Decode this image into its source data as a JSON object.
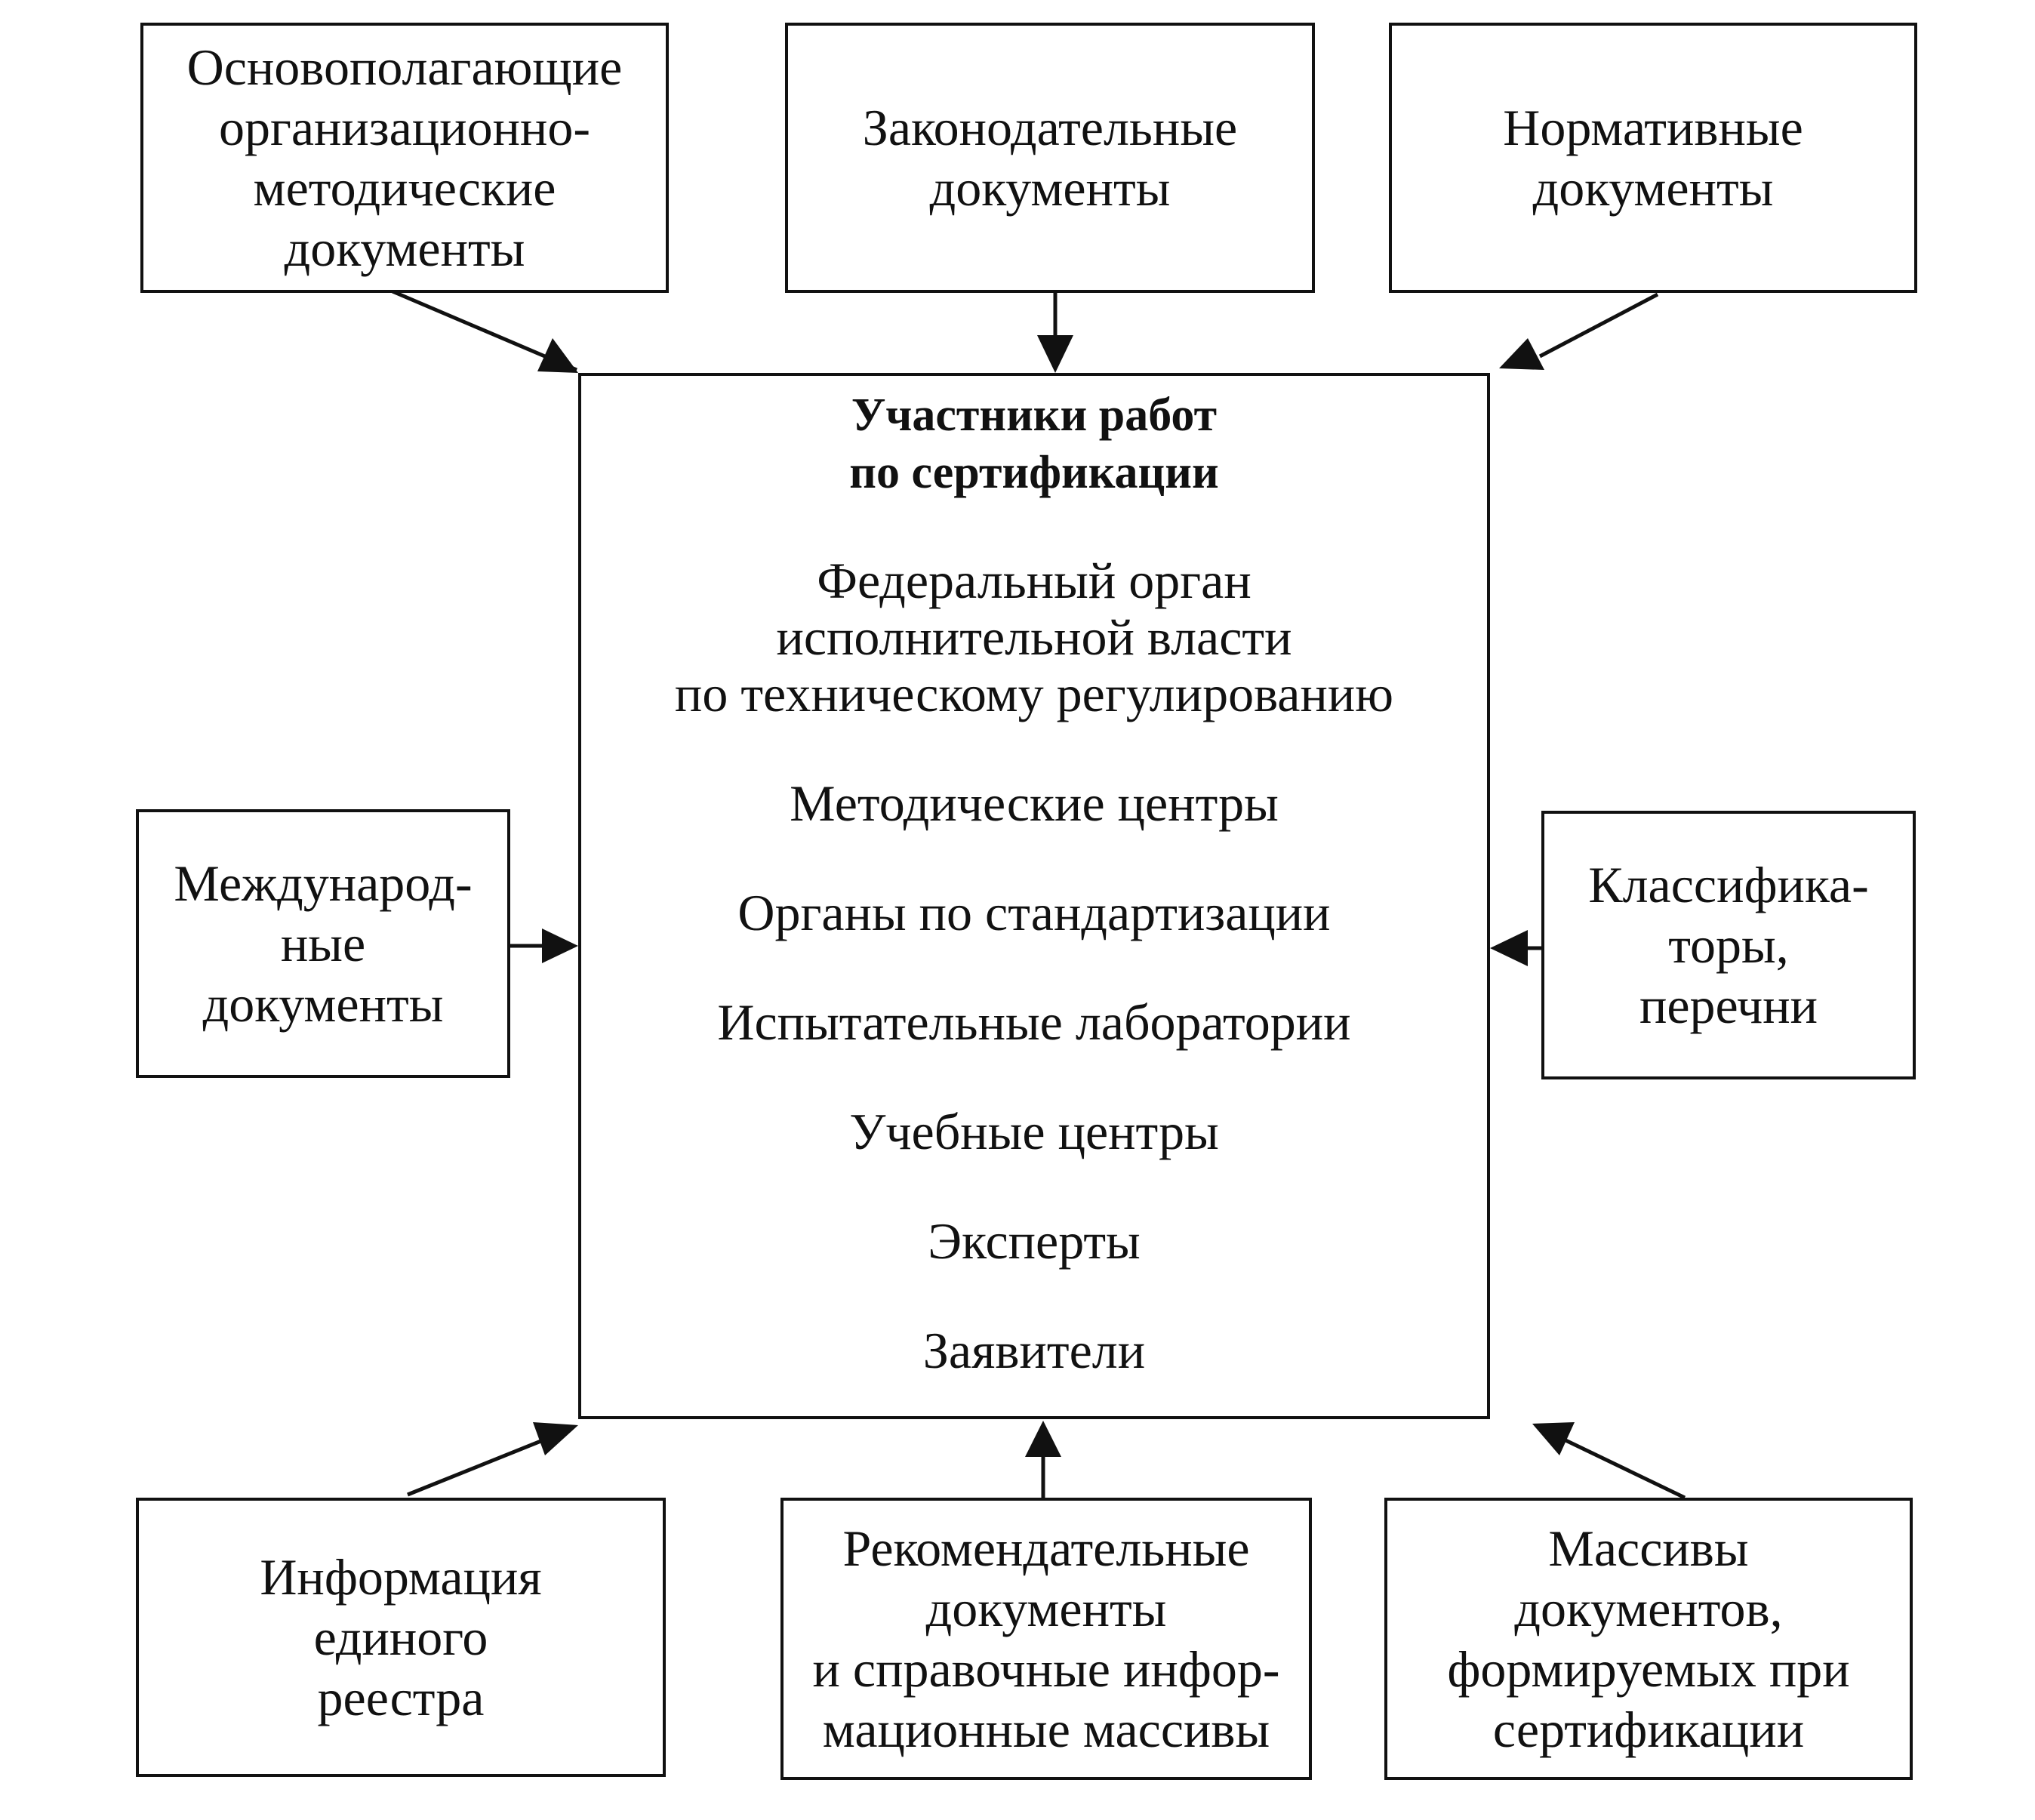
{
  "center": {
    "title": [
      "Участники работ",
      "по сертификации"
    ],
    "participants": [
      [
        "Федеральный орган",
        "исполнительной власти",
        "по техническому регулированию"
      ],
      [
        "Методические центры"
      ],
      [
        "Органы по стандартизации"
      ],
      [
        "Испытательные лаборатории"
      ],
      [
        "Учебные центры"
      ],
      [
        "Эксперты"
      ],
      [
        "Заявители"
      ]
    ]
  },
  "sources": {
    "top_left": [
      "Основополагающие",
      "организационно-",
      "методические",
      "документы"
    ],
    "top_center": [
      "Законодательные",
      "документы"
    ],
    "top_right": [
      "Нормативные",
      "документы"
    ],
    "middle_left": [
      "Международ-",
      "ные",
      "документы"
    ],
    "middle_right": [
      "Классифика-",
      "торы,",
      "перечни"
    ],
    "bottom_left": [
      "Информация",
      "единого",
      "реестра"
    ],
    "bottom_center": [
      "Рекомендательные",
      "документы",
      "и справочные инфор-",
      "мационные массивы"
    ],
    "bottom_right": [
      "Массивы",
      "документов,",
      "формируемых при",
      "сертификации"
    ]
  }
}
